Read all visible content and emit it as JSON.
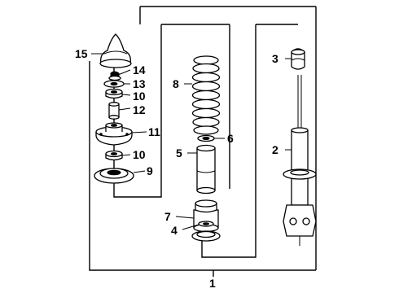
{
  "callouts": {
    "c1": "1",
    "c2": "2",
    "c3": "3",
    "c4": "4",
    "c5": "5",
    "c6": "6",
    "c7": "7",
    "c8": "8",
    "c9": "9",
    "c10a": "10",
    "c10b": "10",
    "c11": "11",
    "c12": "12",
    "c13": "13",
    "c14": "14",
    "c15": "15"
  },
  "colors": {
    "line": "#000000",
    "background": "#ffffff"
  }
}
